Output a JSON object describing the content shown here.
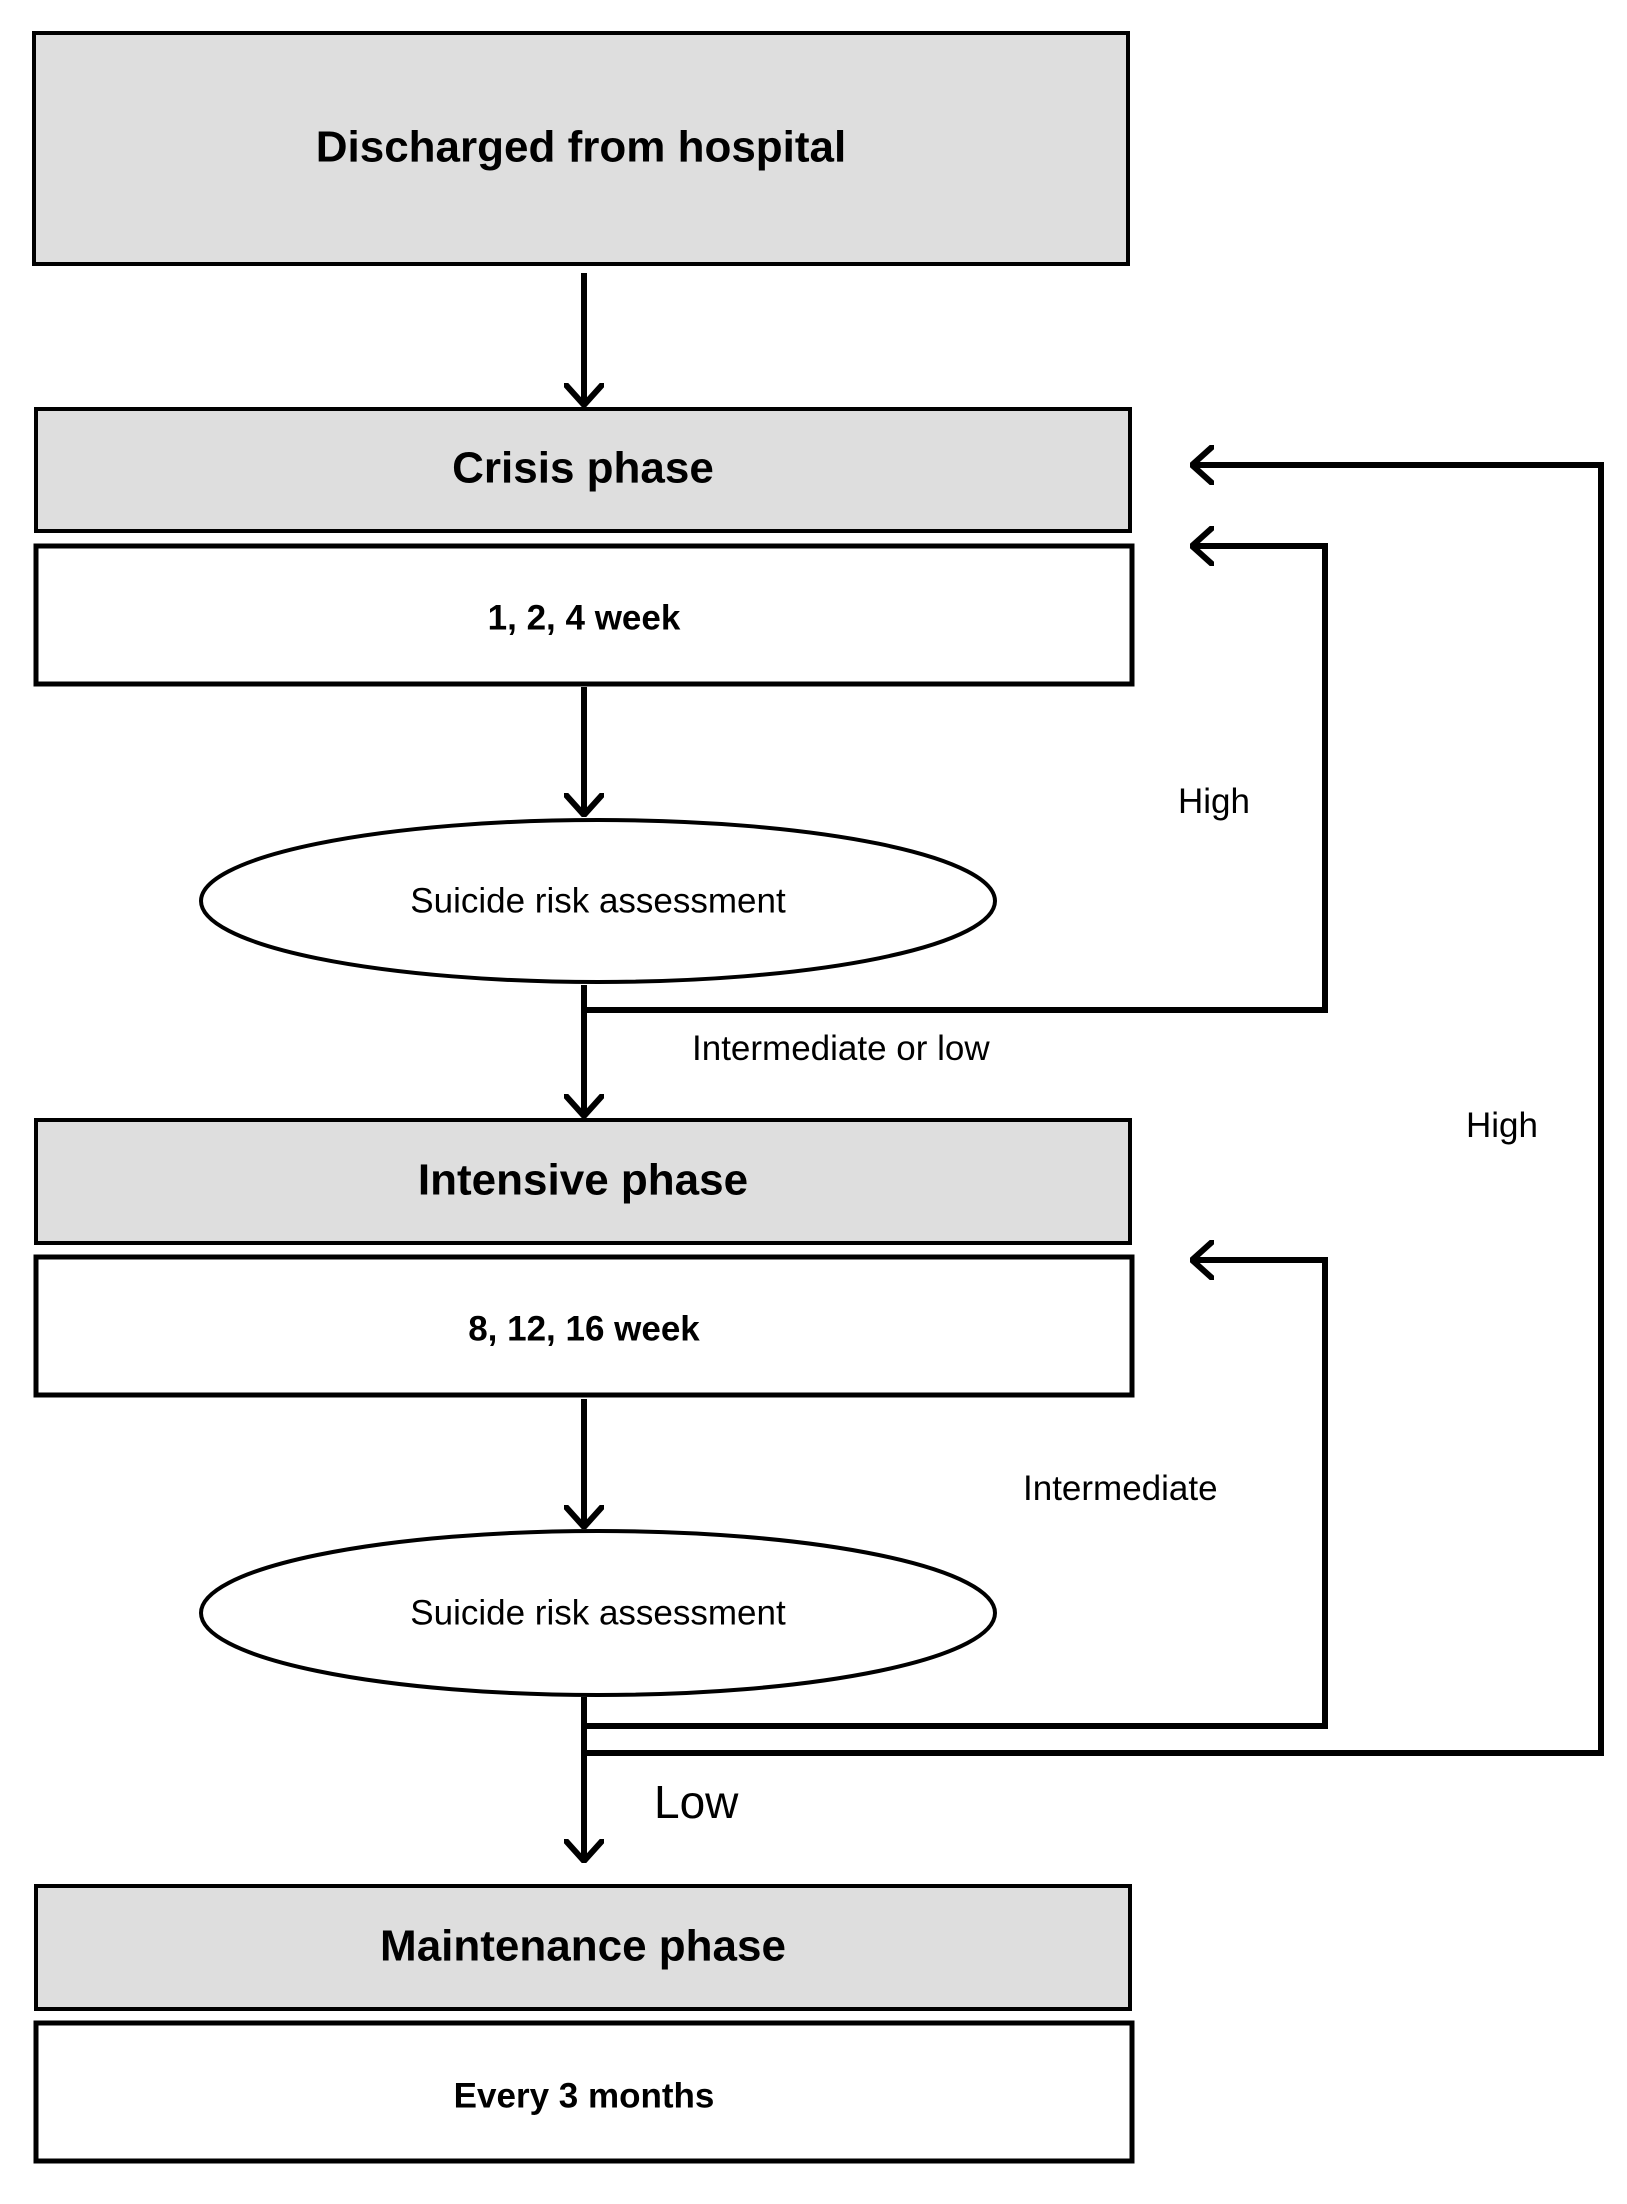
{
  "nodes": {
    "discharged": {
      "title": "Discharged from hospital"
    },
    "crisis": {
      "title": "Crisis phase",
      "schedule": "1, 2, 4 week"
    },
    "crisis_assessment": {
      "label": "Suicide risk assessment"
    },
    "intensive": {
      "title": "Intensive phase",
      "schedule": "8, 12, 16 week"
    },
    "intensive_assessment": {
      "label": "Suicide risk assessment"
    },
    "maintenance": {
      "title": "Maintenance phase",
      "schedule": "Every 3 months"
    }
  },
  "edges": {
    "crisis_high": "High",
    "crisis_intermediate_low": "Intermediate or low",
    "intensive_high": "High",
    "intensive_intermediate": "Intermediate",
    "intensive_low": "Low"
  },
  "colors": {
    "header_fill": "#dedede",
    "box_fill": "#ffffff",
    "stroke": "#000000"
  }
}
